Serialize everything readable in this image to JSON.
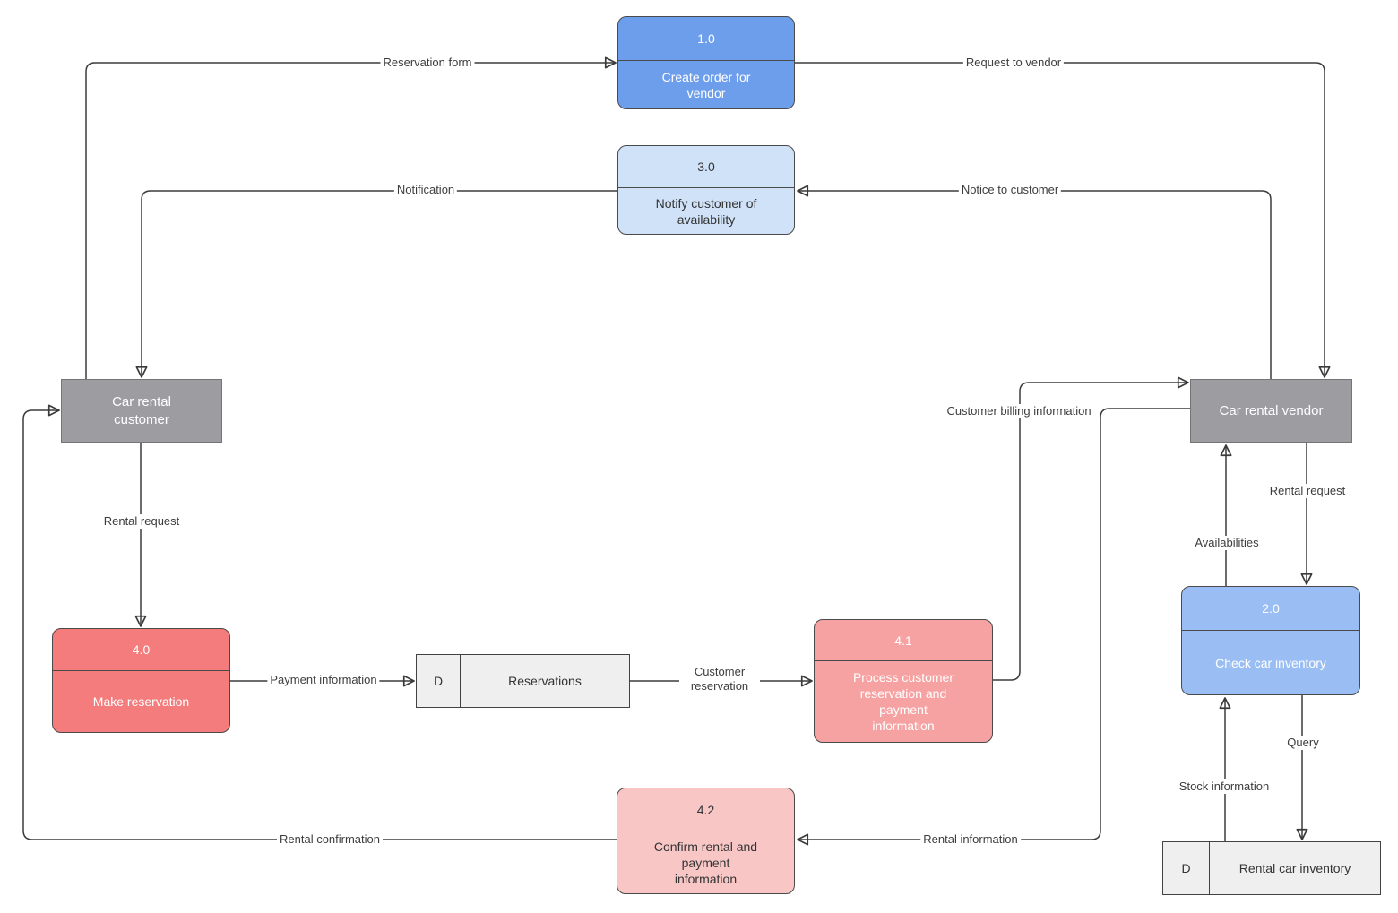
{
  "diagram_type": "data-flow-diagram",
  "processes": {
    "p1": {
      "number": "1.0",
      "name": "Create order for vendor"
    },
    "p2": {
      "number": "2.0",
      "name": "Check car inventory"
    },
    "p3": {
      "number": "3.0",
      "name": "Notify customer of availability"
    },
    "p4": {
      "number": "4.0",
      "name": "Make reservation"
    },
    "p41": {
      "number": "4.1",
      "name": "Process customer reservation and payment information"
    },
    "p42": {
      "number": "4.2",
      "name": "Confirm rental and payment information"
    }
  },
  "entities": {
    "customer": {
      "name": "Car rental customer"
    },
    "vendor": {
      "name": "Car rental vendor"
    }
  },
  "datastores": {
    "reservations": {
      "prefix": "D",
      "name": "Reservations"
    },
    "inventory": {
      "prefix": "D",
      "name": "Rental car inventory"
    }
  },
  "flows": [
    {
      "from": "Car rental customer",
      "to": "1.0 Create order for vendor",
      "label": "Reservation form"
    },
    {
      "from": "1.0 Create order for vendor",
      "to": "Car rental vendor",
      "label": "Request to vendor"
    },
    {
      "from": "3.0 Notify customer of availability",
      "to": "Car rental customer",
      "label": "Notification"
    },
    {
      "from": "Car rental vendor",
      "to": "3.0 Notify customer of availability",
      "label": "Notice to customer"
    },
    {
      "from": "Car rental customer",
      "to": "4.0 Make reservation",
      "label": "Rental request"
    },
    {
      "from": "4.0 Make reservation",
      "to": "Reservations",
      "label": "Payment information"
    },
    {
      "from": "Reservations",
      "to": "4.1 Process customer reservation and payment information",
      "label": "Customer reservation"
    },
    {
      "from": "4.1 Process customer reservation and payment information",
      "to": "Car rental vendor",
      "label": "Customer billing information"
    },
    {
      "from": "Car rental vendor",
      "to": "4.2 Confirm rental and payment information",
      "label": "Rental information"
    },
    {
      "from": "4.2 Confirm rental and payment information",
      "to": "Car rental customer",
      "label": "Rental confirmation"
    },
    {
      "from": "Car rental vendor",
      "to": "2.0 Check car inventory",
      "label": "Rental request"
    },
    {
      "from": "2.0 Check car inventory",
      "to": "Car rental vendor",
      "label": "Availabilities"
    },
    {
      "from": "2.0 Check car inventory",
      "to": "Rental car inventory",
      "label": "Query"
    },
    {
      "from": "Rental car inventory",
      "to": "2.0 Check car inventory",
      "label": "Stock information"
    }
  ],
  "colors": {
    "process_blue": "#6d9eeb",
    "process_blue_light": "#9abef3",
    "process_blue_pale": "#cfe2f8",
    "process_red": "#f47c7c",
    "process_red_light": "#f7a2a2",
    "process_red_pale": "#f9c6c6",
    "entity_gray": "#9c9ca1",
    "datastore_gray": "#efefef",
    "connector": "#3b3b3b"
  }
}
